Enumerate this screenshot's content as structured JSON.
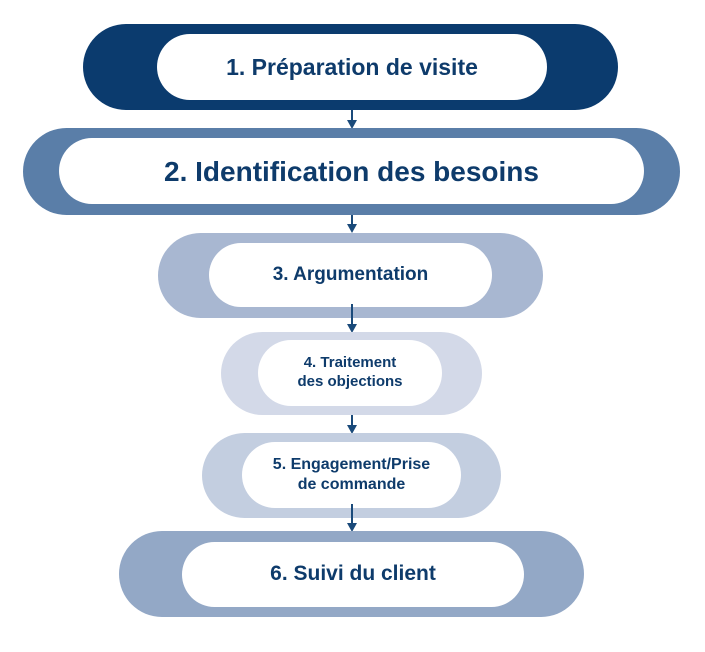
{
  "steps": [
    {
      "label": "1. Préparation de visite",
      "color": "#0b3b6e"
    },
    {
      "label": "2. Identification des besoins",
      "color": "#5a7ea8"
    },
    {
      "label": "3. Argumentation",
      "color": "#a8b7d1"
    },
    {
      "label_line1": "4. Traitement",
      "label_line2": "des objections",
      "color": "#d3d9e8"
    },
    {
      "label_line1": "5. Engagement/Prise",
      "label_line2": "de commande",
      "color": "#c3cee0"
    },
    {
      "label": "6. Suivi du client",
      "color": "#93a8c6"
    }
  ],
  "colors": {
    "text": "#0e3b6b",
    "arrow": "#1a4a7a"
  }
}
